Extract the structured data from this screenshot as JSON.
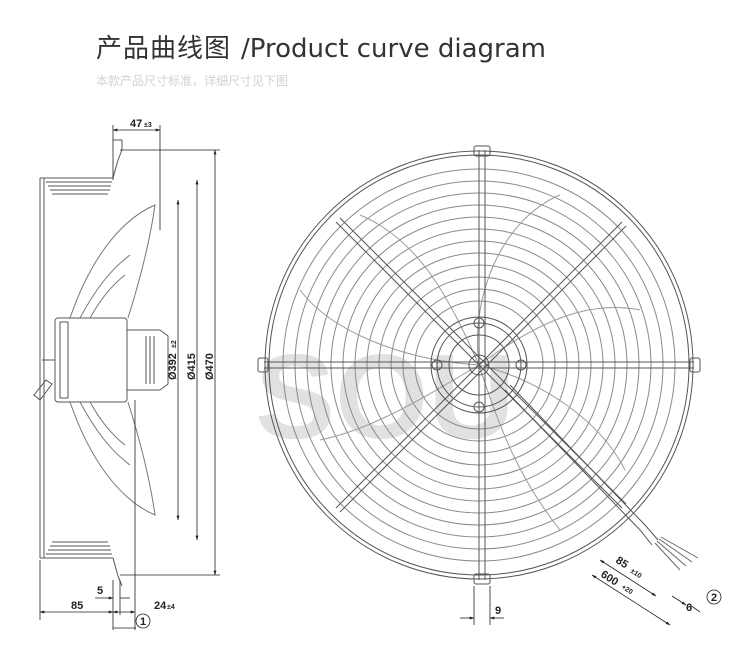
{
  "header": {
    "title_cn": "产品曲线图",
    "title_en": "/Product curve diagram",
    "subtitle": "本款产品尺寸标准，详细尺寸见下图"
  },
  "watermark": "SOU",
  "side_view": {
    "dim_top_value": "47",
    "dim_top_tol": "±3",
    "dim_d1_value": "Ø392",
    "dim_d1_tol": "±2",
    "dim_d2": "Ø415",
    "dim_d3": "Ø470",
    "dim_5": "5",
    "dim_85": "85",
    "dim_24_value": "24",
    "dim_24_tol": "±4",
    "callout": "1"
  },
  "front_view": {
    "dim_9": "9",
    "dim_85_value": "85",
    "dim_85_tol": "±10",
    "dim_600_value": "600",
    "dim_600_tol": "+20",
    "dim_6": "6",
    "callout": "2"
  },
  "colors": {
    "line": "#444444",
    "light_line": "#8a8a8a",
    "title": "#333333",
    "subtitle": "#d2d2d2"
  }
}
